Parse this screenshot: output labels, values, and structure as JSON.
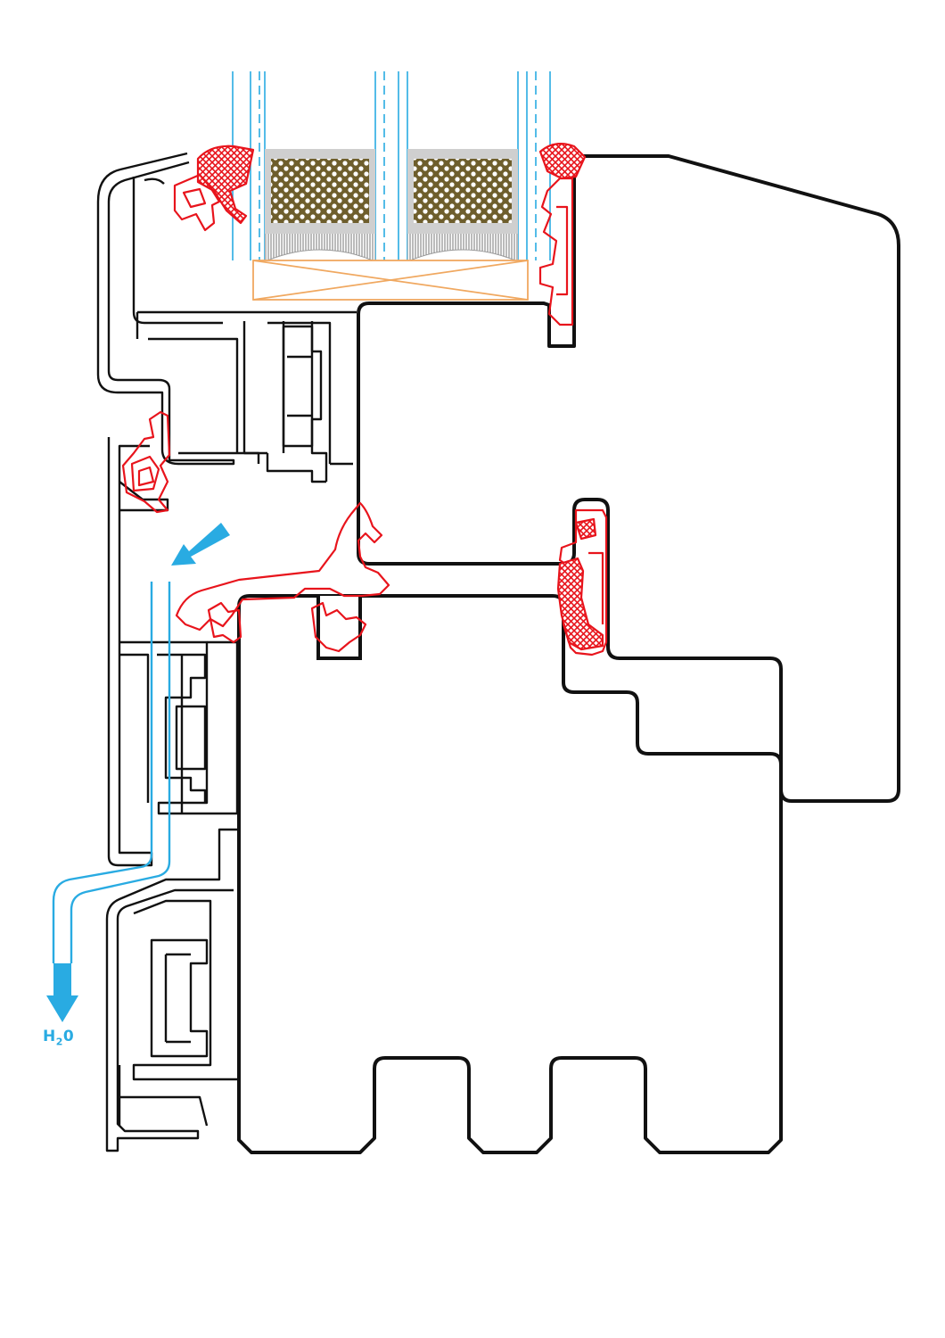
{
  "title": "",
  "labels": {
    "water_symbol": "H",
    "water_subscript": "2",
    "water_suffix": "0"
  },
  "colors": {
    "profile_outline": "#111111",
    "gasket": "#e8141c",
    "water_path": "#29abe2",
    "glass": "#4fc3f7",
    "spacer_fill": "#7a6a3a",
    "spacer_frame": "#cfcfcf",
    "setting_block": "#f0a860"
  },
  "icons": {
    "drain_arrow": "arrow-down-icon",
    "flow_arrow": "arrow-down-left-icon"
  }
}
